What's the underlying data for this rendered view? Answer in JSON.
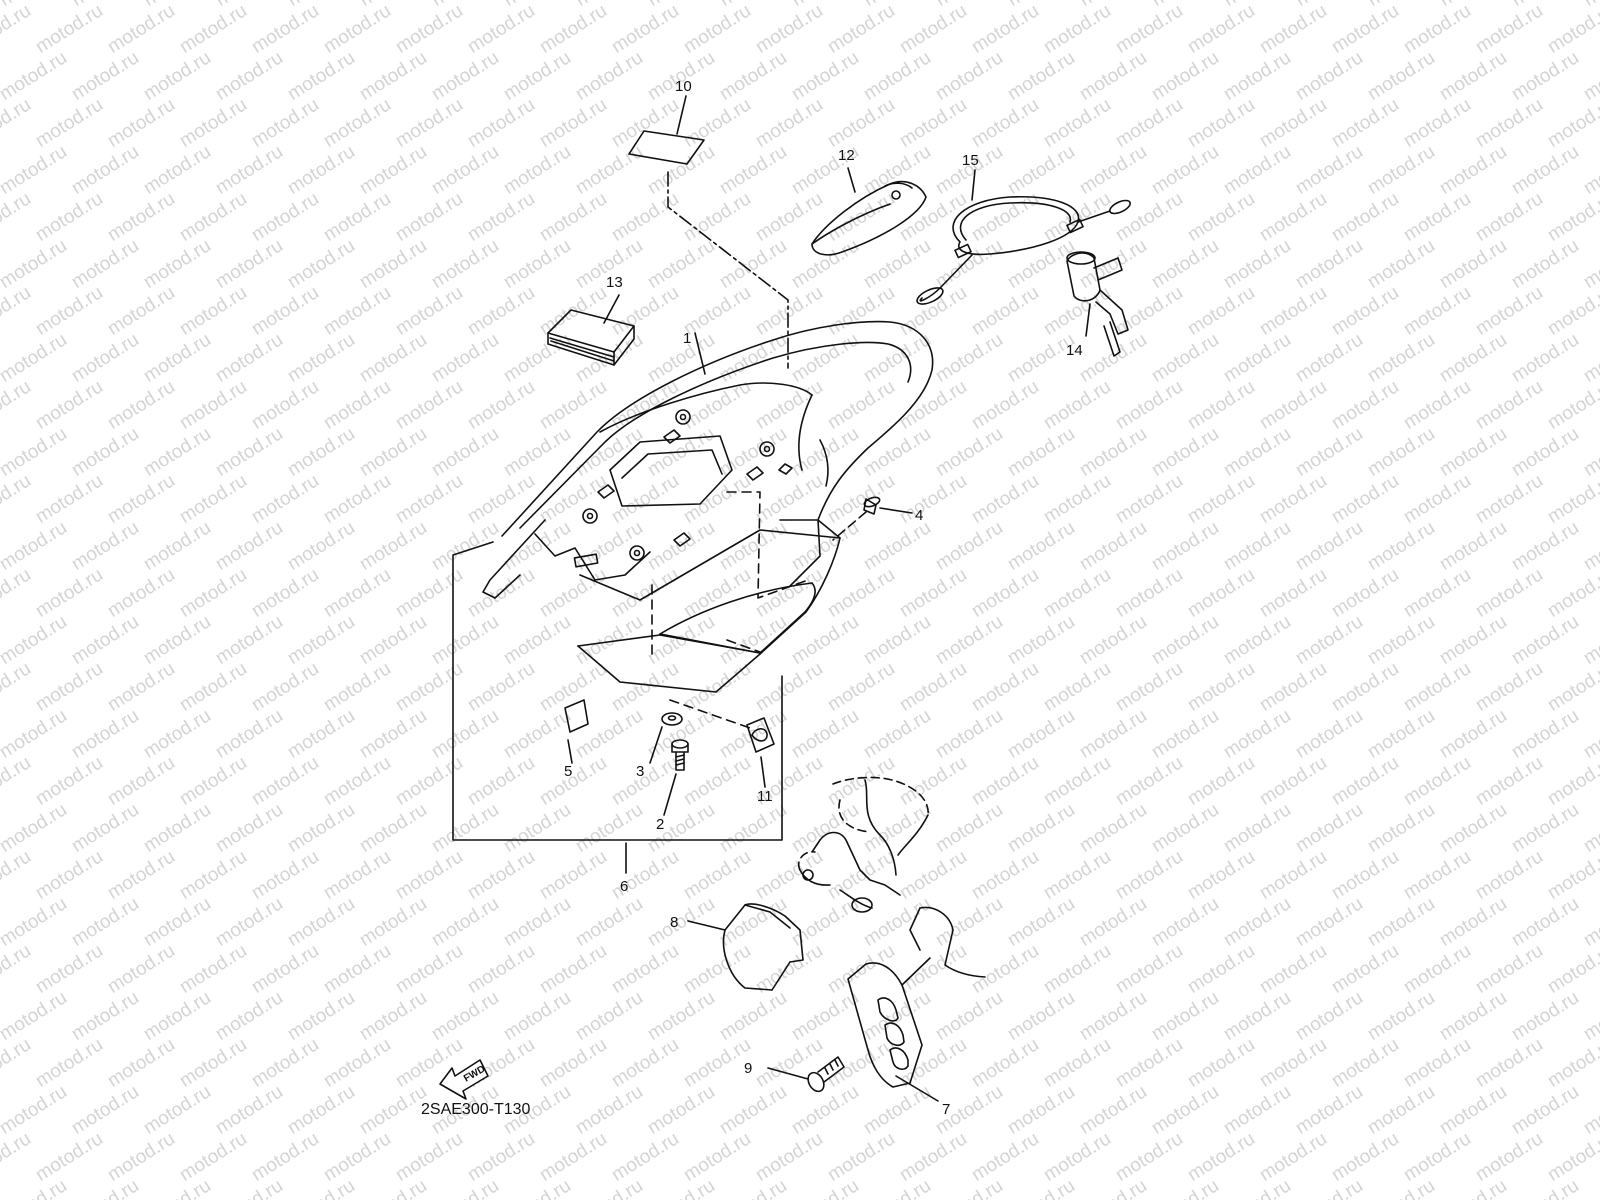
{
  "watermark": "motod.ru",
  "diagram_code": "2SAE300-T130",
  "fwd_label": "FWD",
  "callouts": {
    "c1": "1",
    "c2": "2",
    "c3": "3",
    "c4": "4",
    "c5": "5",
    "c6": "6",
    "c7": "7",
    "c8": "8",
    "c9": "9",
    "c10": "10",
    "c11": "11",
    "c12": "12",
    "c13": "13",
    "c14": "14",
    "c15": "15"
  }
}
